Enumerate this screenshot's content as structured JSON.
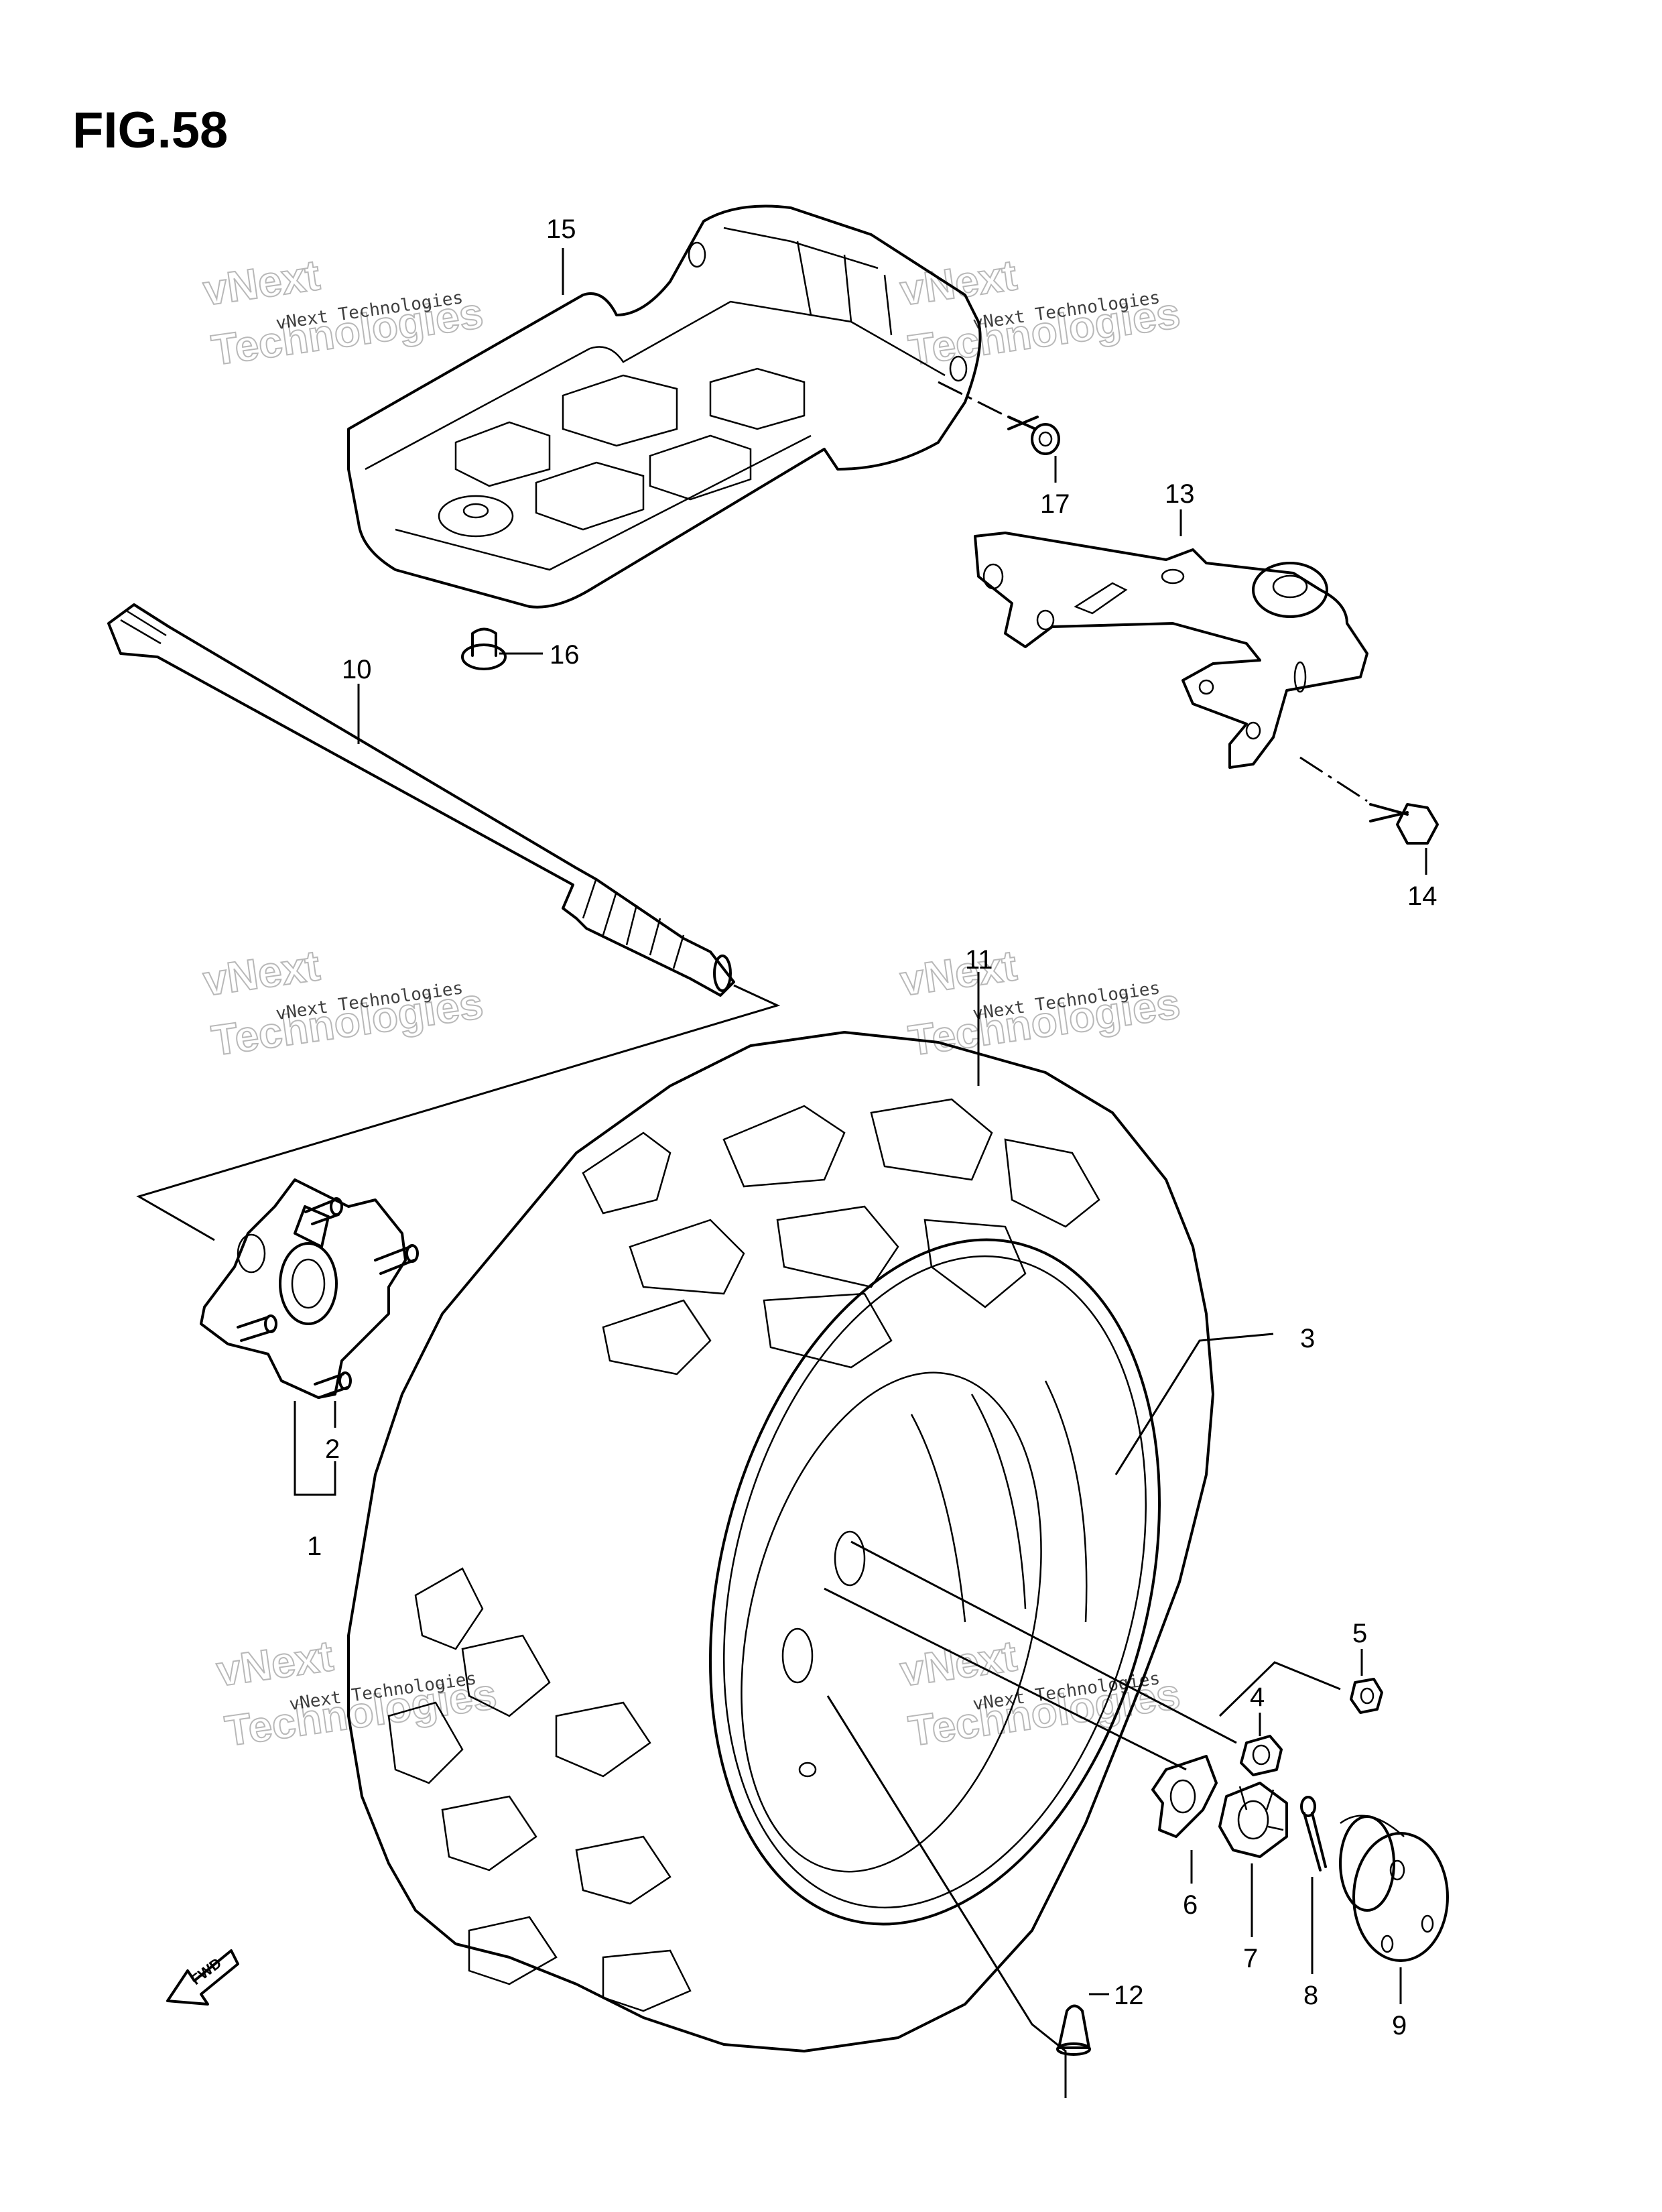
{
  "figure_title": "FIG.58",
  "watermark": {
    "line1": "vNext Technologies",
    "line2": "vNext",
    "line3": "Technologies"
  },
  "fwd_label": "FWD",
  "callouts": [
    {
      "id": "c1",
      "text": "1"
    },
    {
      "id": "c2",
      "text": "2"
    },
    {
      "id": "c3",
      "text": "3"
    },
    {
      "id": "c4",
      "text": "4"
    },
    {
      "id": "c5",
      "text": "5"
    },
    {
      "id": "c6",
      "text": "6"
    },
    {
      "id": "c7",
      "text": "7"
    },
    {
      "id": "c8",
      "text": "8"
    },
    {
      "id": "c9",
      "text": "9"
    },
    {
      "id": "c10",
      "text": "10"
    },
    {
      "id": "c11",
      "text": "11"
    },
    {
      "id": "c12",
      "text": "12"
    },
    {
      "id": "c13",
      "text": "13"
    },
    {
      "id": "c14",
      "text": "14"
    },
    {
      "id": "c15",
      "text": "15"
    },
    {
      "id": "c16",
      "text": "16"
    },
    {
      "id": "c17",
      "text": "17"
    }
  ]
}
